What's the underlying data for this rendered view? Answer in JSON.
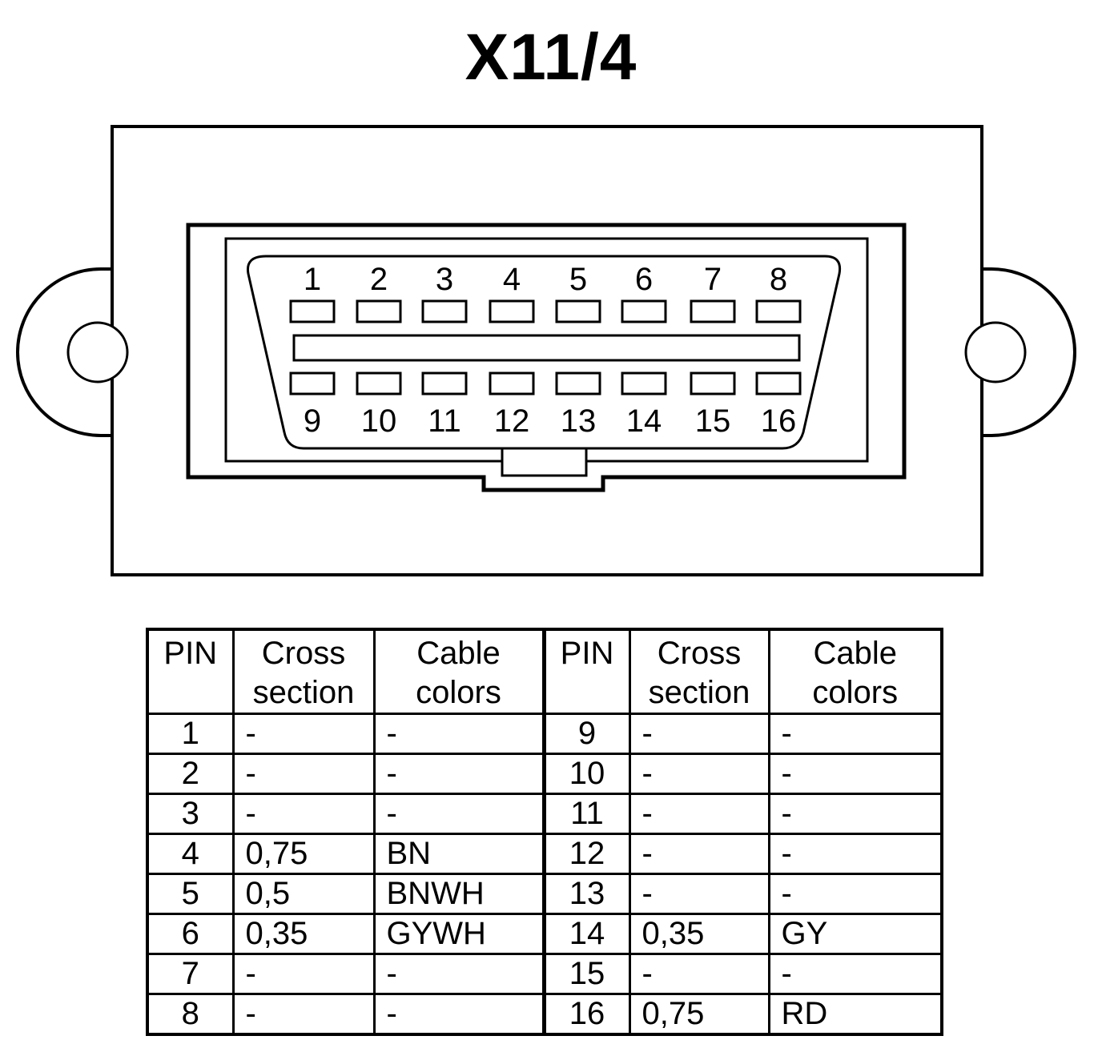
{
  "title": "X11/4",
  "connector": {
    "top_pins": [
      "1",
      "2",
      "3",
      "4",
      "5",
      "6",
      "7",
      "8"
    ],
    "bottom_pins": [
      "9",
      "10",
      "11",
      "12",
      "13",
      "14",
      "15",
      "16"
    ]
  },
  "table": {
    "headers": {
      "pin": "PIN",
      "cross_line1": "Cross",
      "cross_line2": "section",
      "colors_line1": "Cable",
      "colors_line2": "colors"
    },
    "rows": [
      {
        "pin_a": "1",
        "cross_a": "-",
        "color_a": "-",
        "pin_b": "9",
        "cross_b": "-",
        "color_b": "-"
      },
      {
        "pin_a": "2",
        "cross_a": "-",
        "color_a": "-",
        "pin_b": "10",
        "cross_b": "-",
        "color_b": "-"
      },
      {
        "pin_a": "3",
        "cross_a": "-",
        "color_a": "-",
        "pin_b": "11",
        "cross_b": "-",
        "color_b": "-"
      },
      {
        "pin_a": "4",
        "cross_a": "0,75",
        "color_a": "BN",
        "pin_b": "12",
        "cross_b": "-",
        "color_b": "-"
      },
      {
        "pin_a": "5",
        "cross_a": "0,5",
        "color_a": "BNWH",
        "pin_b": "13",
        "cross_b": "-",
        "color_b": "-"
      },
      {
        "pin_a": "6",
        "cross_a": "0,35",
        "color_a": "GYWH",
        "pin_b": "14",
        "cross_b": "0,35",
        "color_b": "GY"
      },
      {
        "pin_a": "7",
        "cross_a": "-",
        "color_a": "-",
        "pin_b": "15",
        "cross_b": "-",
        "color_b": "-"
      },
      {
        "pin_a": "8",
        "cross_a": "-",
        "color_a": "-",
        "pin_b": "16",
        "cross_b": "0,75",
        "color_b": "RD"
      }
    ]
  }
}
